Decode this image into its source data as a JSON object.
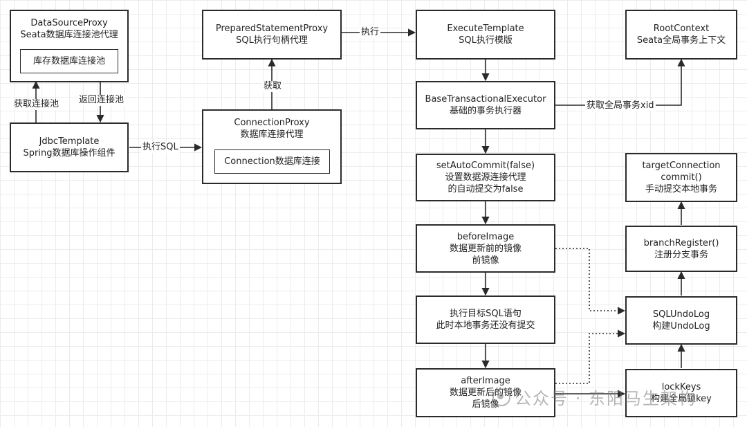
{
  "nodes": {
    "datasource_proxy": {
      "line1": "DataSourceProxy",
      "line2": "Seata数据库连接池代理",
      "inner": "库存数据库连接池"
    },
    "jdbc_template": {
      "line1": "JdbcTemplate",
      "line2": "Spring数据库操作组件"
    },
    "connection_proxy": {
      "line1": "ConnectionProxy",
      "line2": "数据库连接代理",
      "inner": "Connection数据库连接"
    },
    "prepared_statement_proxy": {
      "line1": "PreparedStatementProxy",
      "line2": "SQL执行句柄代理"
    },
    "execute_template": {
      "line1": "ExecuteTemplate",
      "line2": "SQL执行模版"
    },
    "base_transactional_executor": {
      "line1": "BaseTransactionalExecutor",
      "line2": "基础的事务执行器"
    },
    "set_auto_commit": {
      "line1": "setAutoCommit(false)",
      "line2": "设置数据源连接代理",
      "line3": "的自动提交为false"
    },
    "before_image": {
      "line1": "beforeImage",
      "line2": "数据更新前的镜像",
      "line3": "前镜像"
    },
    "execute_sql": {
      "line1": "执行目标SQL语句",
      "line2": "此时本地事务还没有提交"
    },
    "after_image": {
      "line1": "afterImage",
      "line2": "数据更新后的镜像",
      "line3": "后镜像"
    },
    "root_context": {
      "line1": "RootContext",
      "line2": "Seata全局事务上下文"
    },
    "target_connection": {
      "line1": "targetConnection",
      "line2": "commit()",
      "line3": "手动提交本地事务"
    },
    "branch_register": {
      "line1": "branchRegister()",
      "line2": "注册分支事务"
    },
    "sql_undo_log": {
      "line1": "SQLUndoLog",
      "line2": "构建UndoLog"
    },
    "lock_keys": {
      "line1": "lockKeys",
      "line2": "构建全局锁key"
    }
  },
  "edge_labels": {
    "get_pool": "获取连接池",
    "return_pool": "返回连接池",
    "exec_sql": "执行SQL",
    "acquire": "获取",
    "execute": "执行",
    "get_xid": "获取全局事务xid"
  },
  "watermark": "公众号 · 东阳马生架构"
}
